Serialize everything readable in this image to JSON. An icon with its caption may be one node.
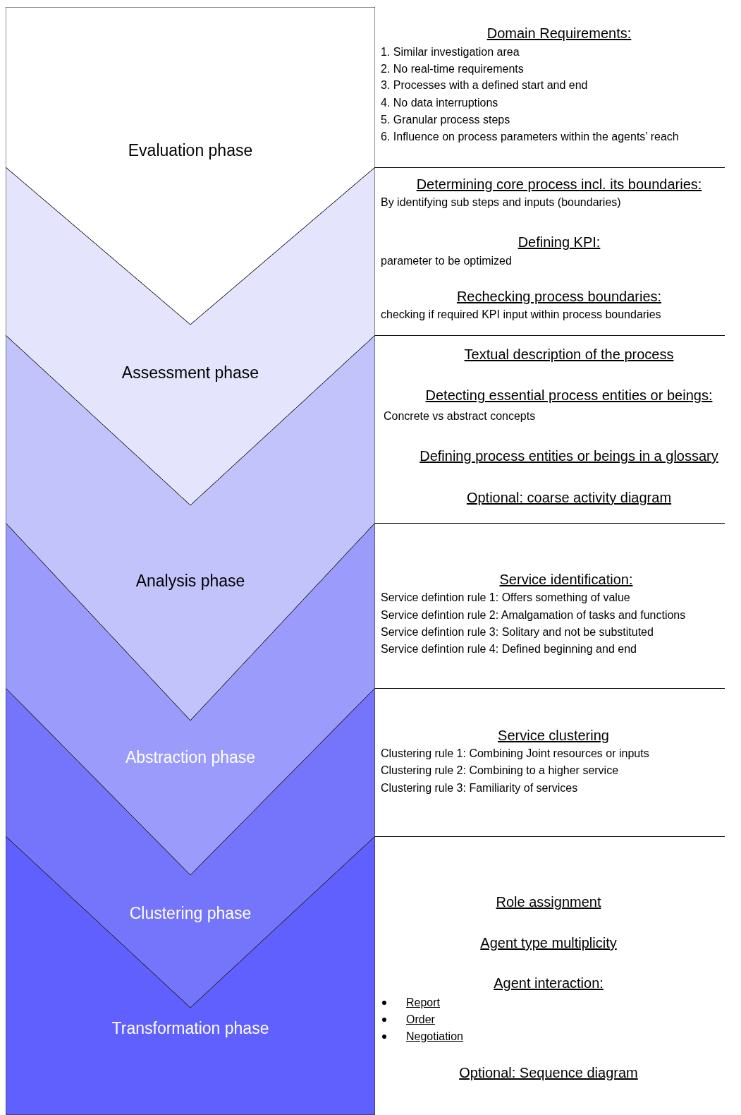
{
  "diagram": {
    "nodes": [
      {
        "text": [
          "Evaluation phase"
        ],
        "beside": [
          "Domain Requirements:",
          "1. Similar investigation area",
          "2. No real-time requirements",
          "3. Processes with a defined start and end",
          "4. No data interruptions",
          "5. Granular process steps",
          "6. Influence on process parameters within the agents’ reach"
        ]
      },
      {
        "text": [
          "Assessment phase"
        ],
        "beside": [
          "Determining core process incl. its boundaries:",
          "By identifying sub steps and inputs (boundaries)",
          "Defining KPI:",
          "parameter to be optimized",
          "Rechecking process boundaries:",
          "checking if required KPI input within process boundaries"
        ]
      },
      {
        "text": [
          "Analysis phase"
        ],
        "beside": [
          "Textual description of the process",
          "Detecting essential process entities or beings:",
          "Concrete vs abstract concepts",
          "Defining process entities or beings in a glossary",
          "Optional: coarse activity diagram"
        ]
      },
      {
        "text": [
          "Abstraction phase"
        ],
        "beside": [
          "Service identification:",
          "Service defintion rule 1: Offers something of value",
          "Service defintion rule 2: Amalgamation of tasks and functions",
          "Service defintion rule 3: Solitary and not be substituted",
          "Service defintion rule 4: Defined beginning and end"
        ]
      },
      {
        "text": [
          "Clustering phase"
        ],
        "beside": [
          "Service clustering",
          "Clustering rule 1: Combining Joint resources or inputs",
          "Clustering rule 2: Combining to a higher service",
          "Clustering rule 3: Familiarity of services"
        ]
      },
      {
        "text": [
          "Transformation phase"
        ],
        "beside": [
          "Role assignment",
          "Agent type multiplicity",
          "Agent interaction:",
          "Report",
          "Order",
          "Negotiation",
          "Optional: Sequence diagram"
        ]
      }
    ]
  }
}
